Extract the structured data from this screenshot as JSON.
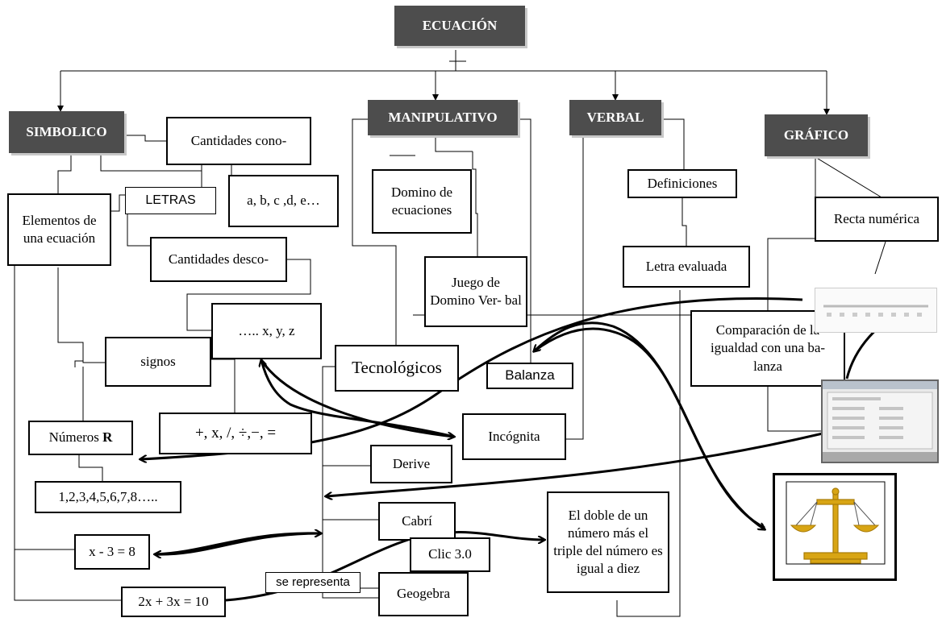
{
  "title": "ECUACIÓN",
  "categories": {
    "simbolico": "SIMBOLICO",
    "manipulativo": "MANIPULATIVO",
    "verbal": "VERBAL",
    "grafico": "GRÁFICO"
  },
  "simbolico": {
    "cantidades_conocidas": "Cantidades cono-",
    "elementos": "Elementos de una ecuación",
    "letras": "LETRAS",
    "letras_ejemplo": "a, b, c ,d, e…",
    "cantidades_desconocidas": "Cantidades desco-",
    "incognitas_ejemplo": "….. x, y, z",
    "signos": "signos",
    "signos_ejemplo": "+, x, /, ÷,−, =",
    "numeros": "Números",
    "numeros_r": "R",
    "numeros_ejemplo": "1,2,3,4,5,6,7,8…..",
    "ecuacion_1": "x - 3 = 8",
    "ecuacion_2": "2x + 3x = 10"
  },
  "manipulativo": {
    "domino": "Domino de ecuaciones",
    "juego": "Juego de Domino Ver- bal",
    "balanza": "Balanza",
    "tecnologicos": "Tecnológicos",
    "incognita": "Incógnita",
    "derive": "Derive",
    "cabri": "Cabrí",
    "clic": "Clic 3.0",
    "geogebra": "Geogebra",
    "se_representa": "se representa"
  },
  "verbal": {
    "definiciones": "Definiciones",
    "letra_evaluada": "Letra evaluada",
    "ejemplo": "El doble de un número más el triple del número es igual a diez"
  },
  "grafico": {
    "recta": "Recta numérica",
    "comparacion": "Comparación de la igualdad con una ba- lanza"
  },
  "colors": {
    "header_fill": "#4d4d4d",
    "header_text": "#ffffff",
    "balance_gold": "#d8a514"
  }
}
